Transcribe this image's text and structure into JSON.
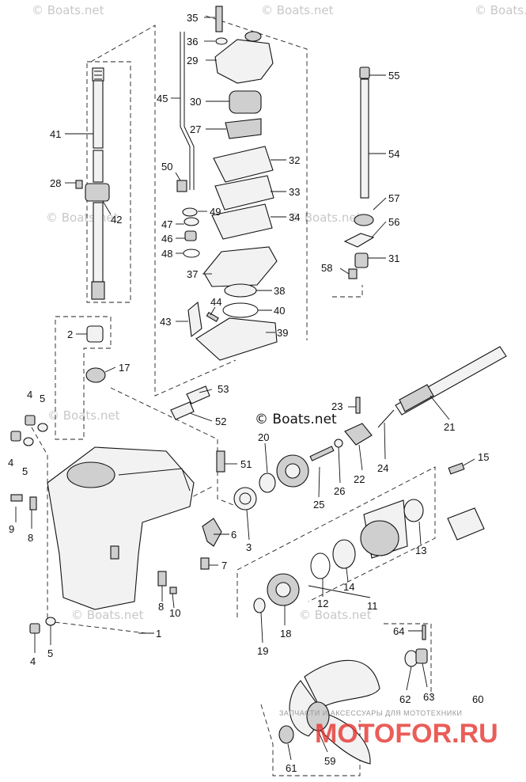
{
  "watermarks": [
    "© Boats.net",
    "© Boats.net",
    "© Boats.net",
    "© Boats.net",
    "© Boats.net",
    "© Boats.net",
    "© Boats.net",
    "© Boats.net"
  ],
  "credit": "© Boats.net",
  "shop_banner": {
    "tagline": "ЗАПЧАСТИ И АКСЕССУАРЫ ДЛЯ МОТОТЕХНИКИ",
    "logo": "MOTOFOR.RU",
    "accent_color": "#e5302a"
  },
  "callouts": [
    "35",
    "36",
    "29",
    "30",
    "27",
    "32",
    "33",
    "34",
    "45",
    "50",
    "49",
    "47",
    "46",
    "48",
    "37",
    "38",
    "40",
    "39",
    "44",
    "43",
    "41",
    "28",
    "42",
    "55",
    "54",
    "57",
    "56",
    "31",
    "58",
    "2",
    "17",
    "53",
    "52",
    "4",
    "5",
    "4",
    "5",
    "51",
    "20",
    "23",
    "22",
    "24",
    "21",
    "9",
    "8",
    "6",
    "3",
    "25",
    "26",
    "15",
    "7",
    "8",
    "10",
    "13",
    "12",
    "14",
    "11",
    "18",
    "19",
    "1",
    "4",
    "5",
    "64",
    "62",
    "63",
    "60",
    "61",
    "59"
  ]
}
